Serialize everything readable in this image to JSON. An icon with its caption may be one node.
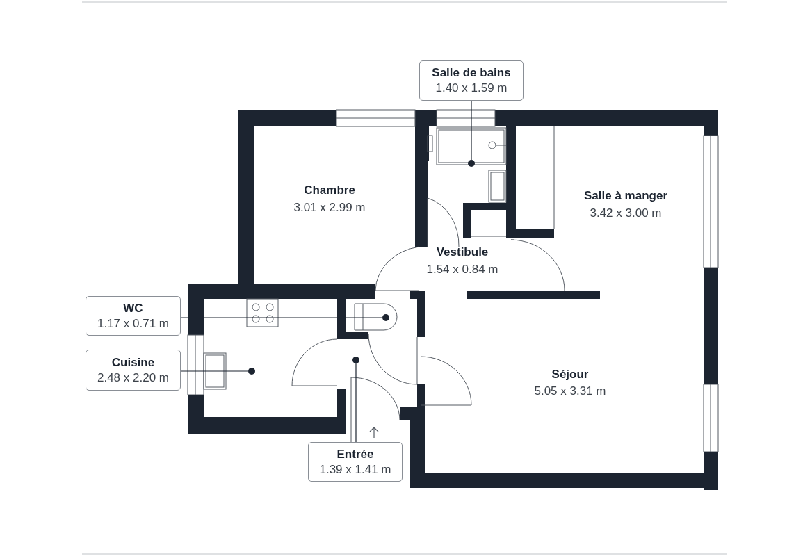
{
  "diagram": {
    "nodes": [
      {
        "text": [
          "Salle de bains",
          "1.40 x 1.59 m"
        ]
      },
      {
        "text": [],
        "shape": "circle"
      },
      {
        "text": [
          "WC",
          "1.17 x 0.71 m"
        ]
      },
      {
        "text": [],
        "shape": "circle"
      },
      {
        "text": [
          "Cuisine",
          "2.48 x 2.20 m"
        ]
      },
      {
        "text": [],
        "shape": "circle"
      },
      {
        "text": [
          "Entrée",
          "1.39 x 1.41 m"
        ]
      },
      {
        "text": [],
        "shape": "circle"
      }
    ],
    "edges": [
      {
        "from": 0,
        "to": 1,
        "arrow": "none"
      },
      {
        "from": 2,
        "to": 3,
        "arrow": "none"
      },
      {
        "from": 4,
        "to": 5,
        "arrow": "none"
      },
      {
        "from": 6,
        "to": 7,
        "arrow": "none"
      }
    ],
    "labels": [
      "Chambre",
      "3.01 x 2.99 m",
      "Salle à manger",
      "3.42 x 3.00 m",
      "Vestibule",
      "1.54 x 0.84 m",
      "Séjour",
      "5.05 x 3.31 m"
    ]
  }
}
